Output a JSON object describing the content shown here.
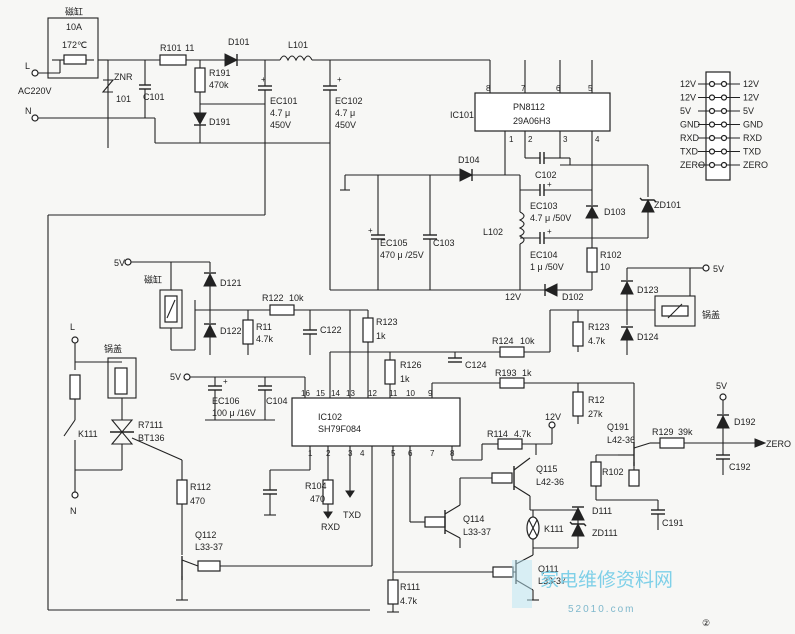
{
  "fuse": {
    "title": "磁缸",
    "rating": "10A",
    "temp": "172℃"
  },
  "mains": {
    "l": "L",
    "ac": "AC220V",
    "n": "N"
  },
  "front": {
    "r101": "R101",
    "r101_val": "11",
    "d101": "D101",
    "l101": "L101",
    "znr": "ZNR",
    "znr_val": "101",
    "c101": "C101",
    "r191": "R191",
    "r191_val": "470k",
    "d191": "D191",
    "ec101": "EC101",
    "ec101_c": "4.7 μ",
    "ec101_v": "450V",
    "ec102": "EC102",
    "ec102_c": "4.7 μ",
    "ec102_v": "450V"
  },
  "ic101": {
    "label": "IC101",
    "name": "PN8112",
    "code": "29A06H3",
    "pins_top": [
      "8",
      "7",
      "6",
      "5"
    ],
    "pins_bottom": [
      "1",
      "2",
      "3",
      "4"
    ]
  },
  "smps": {
    "d104": "D104",
    "c102": "C102",
    "ec103": "EC103",
    "ec103_val": "4.7 μ /50V",
    "d103": "D103",
    "zd101": "ZD101",
    "l102": "L102",
    "ec105": "EC105",
    "ec105_val": "470 μ /25V",
    "c103": "C103",
    "ec104": "EC104",
    "ec104_val": "1 μ /50V",
    "r102": "R102",
    "r102_val": "10",
    "v12": "12V",
    "d102": "D102"
  },
  "connector": {
    "left": [
      "12V",
      "12V",
      "5V",
      "GND",
      "RXD",
      "TXD",
      "ZERO"
    ],
    "right": [
      "12V",
      "12V",
      "5V",
      "GND",
      "RXD",
      "TXD",
      "ZERO"
    ]
  },
  "mcu": {
    "label": "IC102",
    "name": "SH79F084",
    "pins_top": [
      "16",
      "15",
      "14",
      "13",
      "12",
      "11",
      "10",
      "9"
    ],
    "pins_bottom": [
      "1",
      "2",
      "3",
      "4",
      "5",
      "6",
      "7",
      "8"
    ]
  },
  "sensors": {
    "v5": "5V",
    "magnet": "磁缸",
    "d121": "D121",
    "d122": "D122",
    "r122": "R122",
    "r122_val": "10k",
    "r11": "R11",
    "r11_val": "4.7k",
    "c122": "C122",
    "r123a": "R123",
    "r123a_val": "1k",
    "r126": "R126",
    "r126_val": "1k",
    "c124": "C124",
    "r124": "R124",
    "r124_val": "10k",
    "r123b": "R123",
    "r123b_val": "4.7k",
    "d123": "D123",
    "d124": "D124",
    "lid": "锅盖",
    "v5b": "5V",
    "r193": "R193",
    "r193_val": "1k",
    "r12": "R12",
    "r12_val": "27k"
  },
  "mcu_supply": {
    "v5": "5V",
    "ec106": "EC106",
    "ec106_val": "100 μ /16V",
    "c104": "C104"
  },
  "triac": {
    "l": "L",
    "lid": "锅盖",
    "k111": "K111",
    "n": "N",
    "r7111": "R7111",
    "bt136": "BT136",
    "r112": "R112",
    "r112_val": "470",
    "q112": "Q112",
    "q112_type": "L33-37"
  },
  "serial": {
    "r104": "R104",
    "r104_val": "470",
    "rxd": "RXD",
    "txd": "TXD"
  },
  "relay": {
    "r114": "R114",
    "r114_val": "4.7k",
    "v12": "12V",
    "q115": "Q115",
    "q115_type": "L42-36",
    "q114": "Q114",
    "q114_type": "L33-37",
    "k111": "K111",
    "d111": "D111",
    "zd111": "ZD111",
    "q111": "Q111",
    "q111_type": "L33-37",
    "r111": "R111",
    "r111_val": "4.7k"
  },
  "zero": {
    "q191": "Q191",
    "q191_type": "L42-36",
    "r102": "R102",
    "r129": "R129",
    "r129_val": "39k",
    "v5": "5V",
    "d192": "D192",
    "c192": "C192",
    "c191": "C191",
    "zero": "ZERO"
  },
  "watermark": {
    "cn": "家电维修资料网",
    "url": "52010.com",
    "page": "②"
  }
}
